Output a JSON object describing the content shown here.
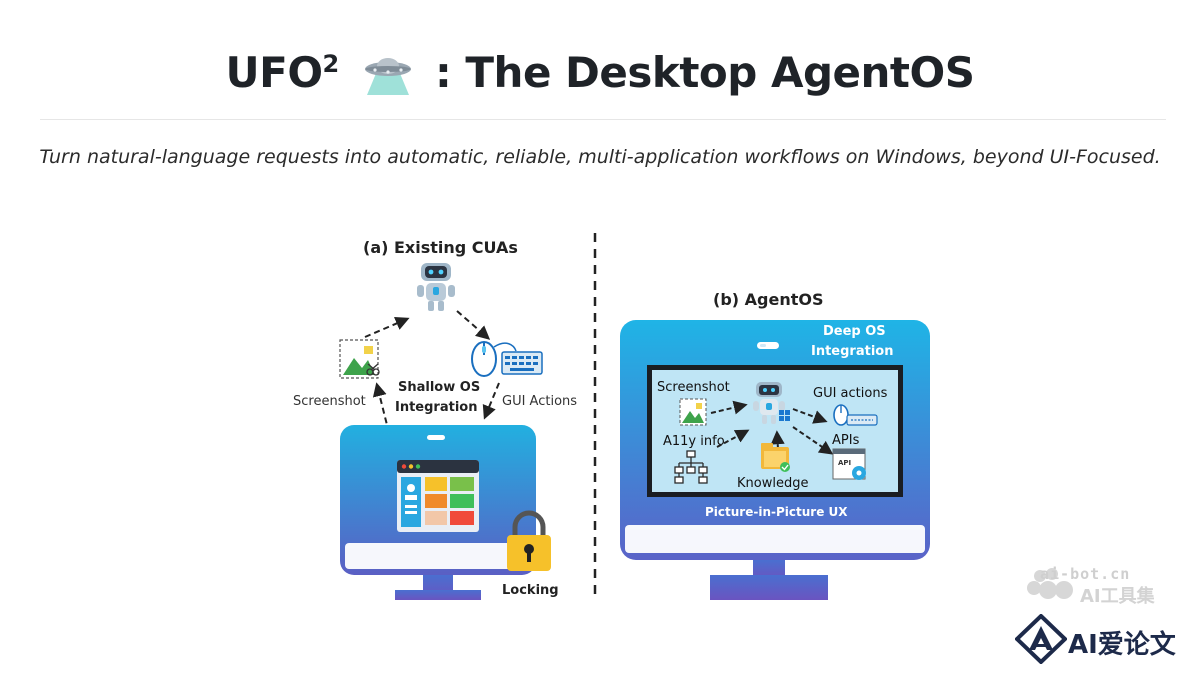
{
  "header": {
    "title_main": "UFO",
    "title_sup": "2",
    "title_rest": ": The Desktop AgentOS",
    "subtitle": "Turn natural-language requests into automatic, reliable, multi-application workflows on Windows, beyond UI-Focused."
  },
  "figure": {
    "left_panel": {
      "heading": "(a) Existing CUAs",
      "screenshot_label": "Screenshot",
      "shallow_label_1": "Shallow OS",
      "shallow_label_2": "Integration",
      "gui_actions_label": "GUI Actions",
      "locking_label": "Locking"
    },
    "right_panel": {
      "heading": "(b) AgentOS",
      "deep_label_1": "Deep OS",
      "deep_label_2": "Integration",
      "screenshot_label": "Screenshot",
      "a11y_label": "A11y info",
      "gui_actions_label": "GUI actions",
      "apis_label": "APIs",
      "api_badge": "API",
      "knowledge_label": "Knowledge",
      "pip_label": "Picture-in-Picture UX"
    }
  },
  "watermark": {
    "site": "ai-bot.cn",
    "brand": "AI工具集"
  },
  "logo": {
    "text": "AI爱论文"
  },
  "colors": {
    "accent_blue": "#1a9bd7",
    "monitor_gradient_top": "#22b0e0",
    "monitor_gradient_bottom": "#5a5fc4",
    "lock_yellow": "#f6c12a",
    "logo_navy": "#1d2a4a"
  }
}
